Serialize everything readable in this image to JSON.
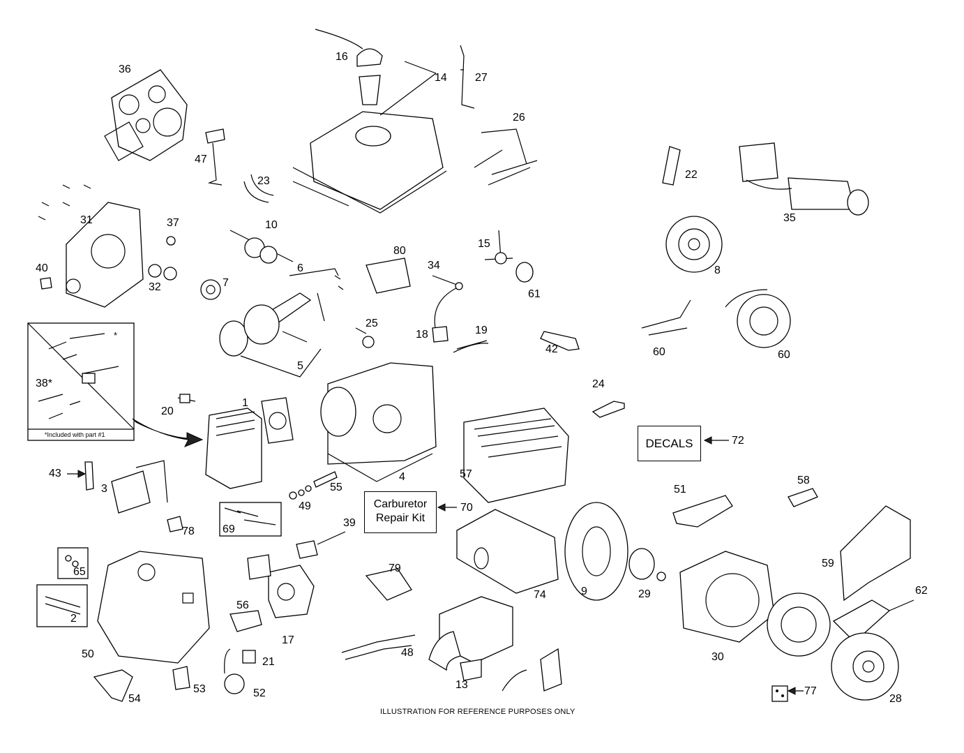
{
  "labels": [
    "1",
    "2",
    "3",
    "4",
    "5",
    "6",
    "7",
    "8",
    "9",
    "10",
    "13",
    "14",
    "15",
    "16",
    "17",
    "18",
    "19",
    "20",
    "21",
    "22",
    "23",
    "24",
    "25",
    "26",
    "27",
    "28",
    "29",
    "30",
    "31",
    "32",
    "34",
    "35",
    "36",
    "37",
    "38*",
    "39",
    "40",
    "42",
    "43",
    "47",
    "48",
    "49",
    "50",
    "51",
    "52",
    "53",
    "54",
    "55",
    "56",
    "57",
    "58",
    "59",
    "60",
    "60",
    "61",
    "62",
    "65",
    "69",
    "72",
    "74",
    "77",
    "78",
    "79",
    "80",
    "70",
    "*"
  ],
  "boxes": {
    "decals": "DECALS",
    "carb_line1": "Carburetor",
    "carb_line2": "Repair Kit",
    "included_note": "*Included with part #1"
  },
  "footer": "ILLUSTRATION FOR REFERENCE PURPOSES ONLY"
}
